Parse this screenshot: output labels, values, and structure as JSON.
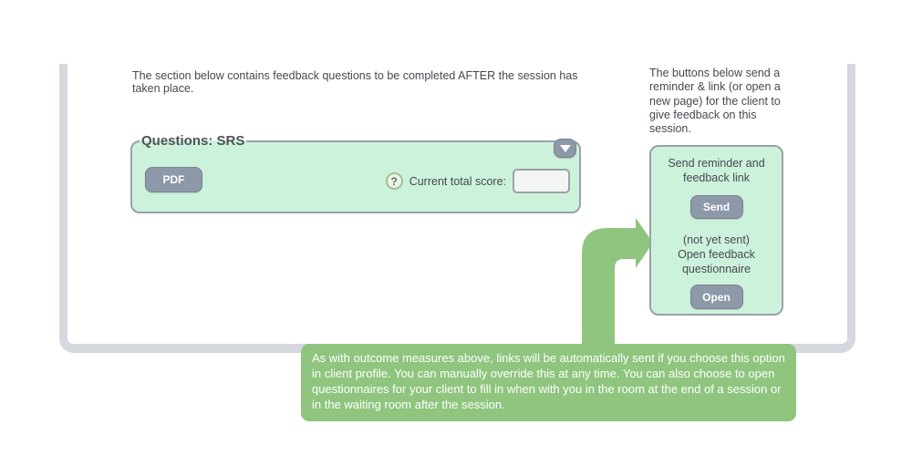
{
  "page": {
    "top_instruction": "The section below contains feedback questions to be completed AFTER the session has taken place.",
    "side_instruction": "The buttons below send a reminder & link (or open a new page) for the client to give feedback on this session."
  },
  "questions_section": {
    "legend": "Questions: SRS",
    "pdf_button_label": "PDF",
    "help_glyph": "?",
    "score_label": "Current total score:",
    "score_value": "",
    "collapse_icon": "chevron-down"
  },
  "feedback_actions": {
    "send_title": "Send reminder and feedback link",
    "send_button_label": "Send",
    "status": "(not yet sent)",
    "open_title": "Open feedback questionnaire",
    "open_button_label": "Open"
  },
  "callout": {
    "text": "As with outcome measures above, links will be automatically sent if you choose this option in client profile. You can manually override this at any time. You can also choose to open questionnaires for your client to fill in when with you in the room at the end of a session or in the waiting room after the session."
  },
  "colors": {
    "mint_fill": "#cdf2dc",
    "panel_frame_gray": "#d6d8df",
    "button_gray": "#8d98a8",
    "border_gray": "#9aa1a8",
    "callout_green": "#8fc57e",
    "text_dark": "#45494f"
  }
}
